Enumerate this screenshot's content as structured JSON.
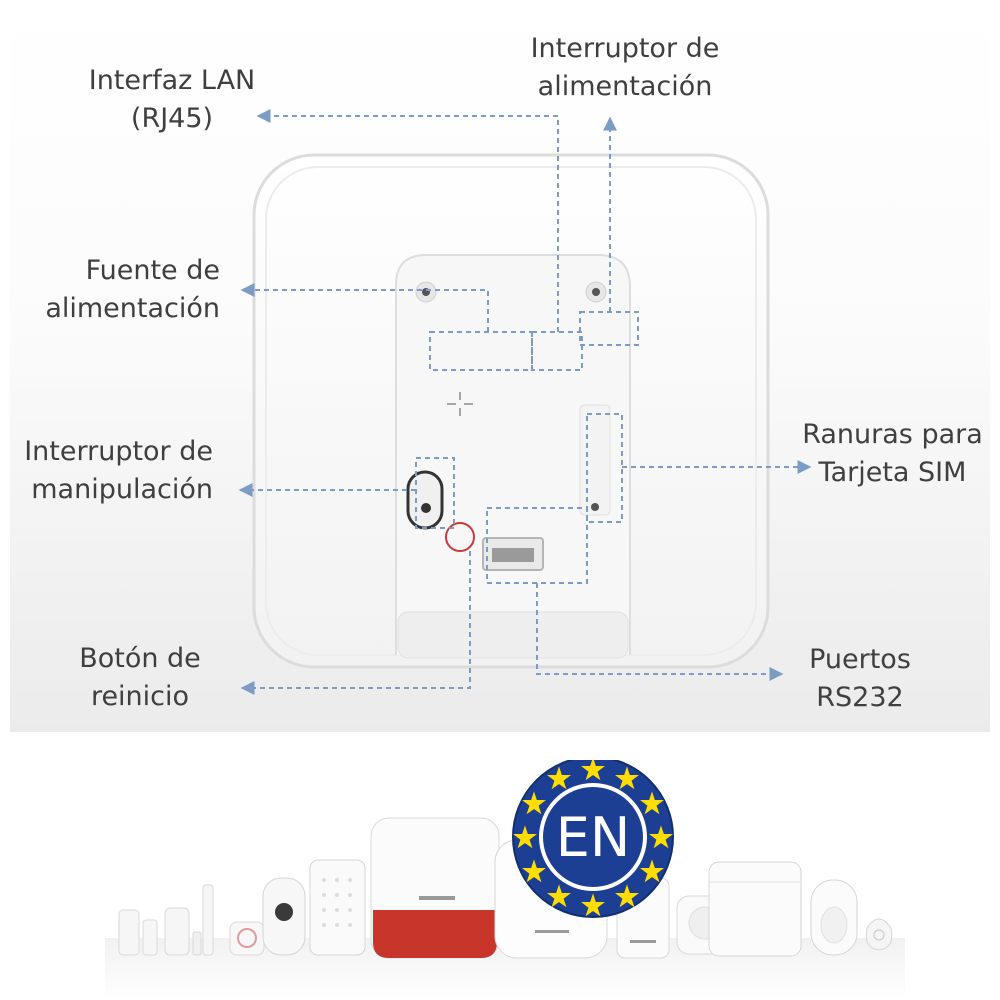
{
  "callouts": {
    "lan": [
      "Interfaz LAN",
      "(RJ45)"
    ],
    "power_switch": [
      "Interruptor de",
      "alimentación"
    ],
    "power_supply": [
      "Fuente de",
      "alimentación"
    ],
    "tamper": [
      "Interruptor de",
      "manipulación"
    ],
    "sim": [
      "Ranuras para",
      "Tarjeta SIM"
    ],
    "reset": [
      "Botón de",
      "reinicio"
    ],
    "rs232": [
      "Puertos",
      "RS232"
    ]
  },
  "badge": {
    "text": "EN",
    "colors": {
      "background": "#1c3f93",
      "stars": "#ffdd00",
      "ring": "#ffffff"
    }
  },
  "colors": {
    "leader_line": "#7d9cc4",
    "label_text": "#3f3f3f",
    "reset_marker": "#c83a3a",
    "siren_red": "#c8362b"
  },
  "icons": [
    "arrow-left-icon",
    "arrow-right-icon",
    "arrow-up-icon",
    "screw-icon",
    "crosshair-icon"
  ]
}
